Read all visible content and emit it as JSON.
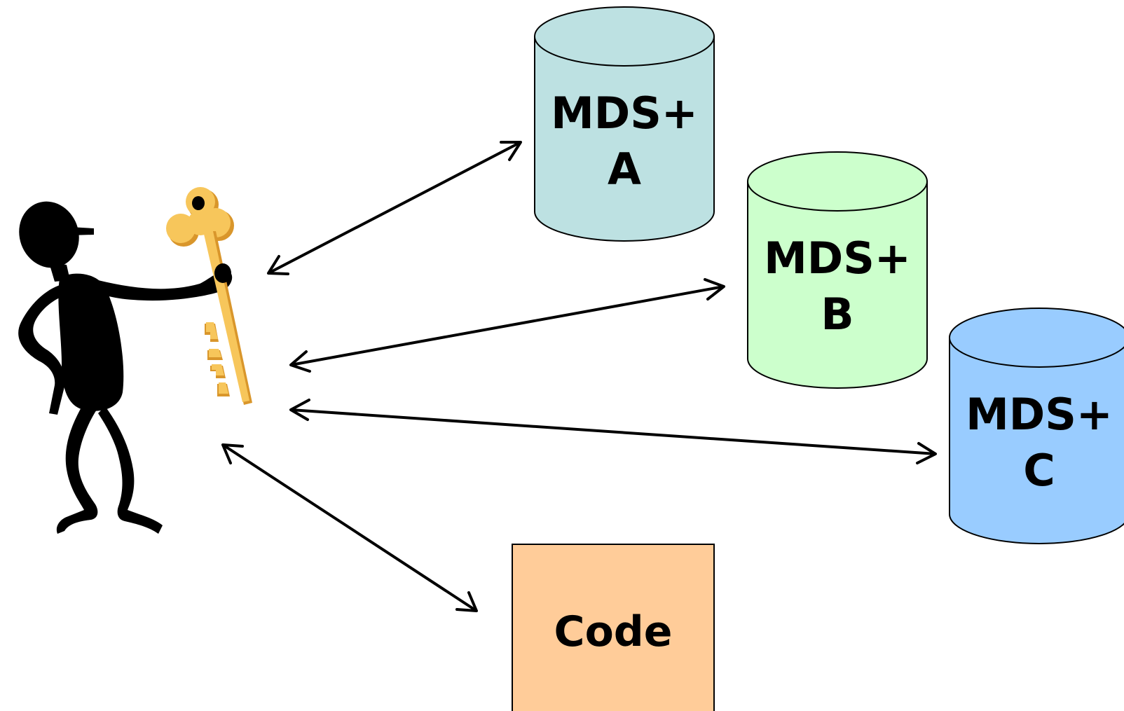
{
  "databases": [
    {
      "id": "a",
      "line1": "MDS+",
      "line2": "A",
      "color": "#bde1e2"
    },
    {
      "id": "b",
      "line1": "MDS+",
      "line2": "B",
      "color": "#ccffcc"
    },
    {
      "id": "c",
      "line1": "MDS+",
      "line2": "C",
      "color": "#99ccff"
    }
  ],
  "code_box": {
    "label": "Code",
    "color": "#ffcc99"
  },
  "figure": {
    "icon": "person-with-key-icon",
    "key_color": "#f7c65b"
  }
}
